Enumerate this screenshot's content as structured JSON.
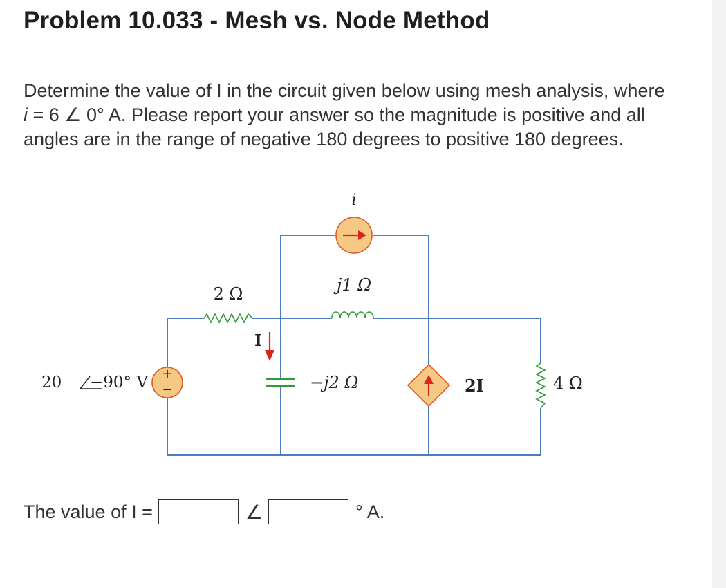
{
  "title": "Problem 10.033 - Mesh vs. Node Method",
  "problem": {
    "part1": "Determine the value of I in the circuit given below using mesh analysis, where ",
    "var_i": "i",
    "part2": " = 6 ∠ 0° A. Please report your answer so the magnitude is positive and all angles are in the range of negative 180 degrees to positive 180 degrees."
  },
  "circuit": {
    "source_current_label": "i",
    "source_voltage_label": "20∠−90° V",
    "source_voltage_mag": "20",
    "source_voltage_angle": "−90° V",
    "resistor_2_label": "2 Ω",
    "inductor_label": "j1 Ω",
    "capacitor_label": "−j2 Ω",
    "dependent_source_label": "2I",
    "resistor_4_label": "4 Ω",
    "current_I_label": "I",
    "plus_sign": "+",
    "minus_sign": "−",
    "wire_color": "#4a7cbf",
    "source_fill": "#f5c983",
    "source_stroke": "#e05a2a",
    "arrow_color": "#d9261c"
  },
  "answer": {
    "prefix": "The value of I =",
    "magnitude_value": "",
    "angle_symbol": "∠",
    "angle_value": "",
    "unit": "° A."
  }
}
